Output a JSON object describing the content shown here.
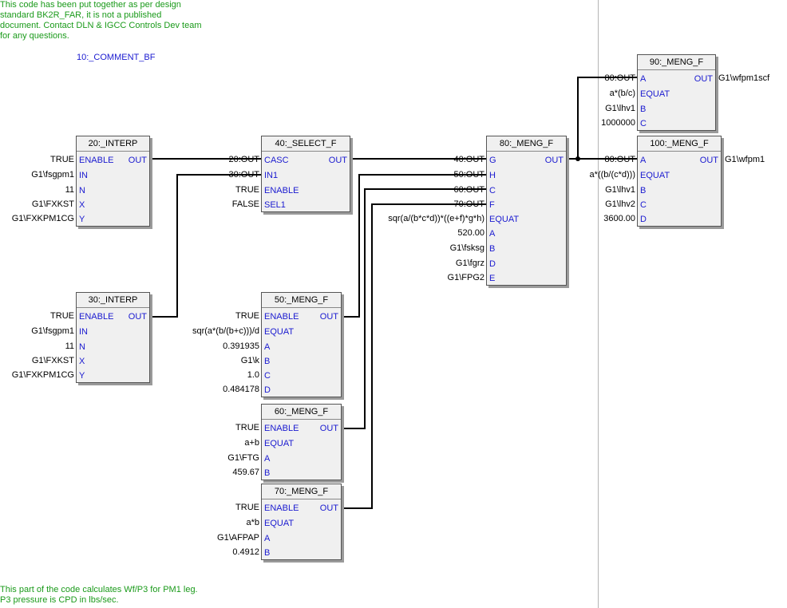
{
  "comments": {
    "top": "This code has been put together as per design\nstandard BK2R_FAR, it is not a published\ndocument. Contact DLN & IGCC Controls Dev team\nfor any questions.",
    "comment_block": "10:_COMMENT_BF",
    "bottom": "This part of the code calculates Wf/P3 for PM1 leg.\nP3 pressure is CPD in lbs/sec."
  },
  "colors": {
    "pin": "#1a1ad0",
    "comment": "#1a9a1a",
    "block_bg": "#f0f0f0",
    "wire": "#000000"
  },
  "blocks": {
    "b20": {
      "title": "20:_INTERP",
      "output": "OUT",
      "inputs": [
        {
          "pin": "ENABLE",
          "value": "TRUE"
        },
        {
          "pin": "IN",
          "value": "G1\\fsgpm1"
        },
        {
          "pin": "N",
          "value": "11"
        },
        {
          "pin": "X",
          "value": "G1\\FXKST"
        },
        {
          "pin": "Y",
          "value": "G1\\FXKPM1CG"
        }
      ]
    },
    "b30": {
      "title": "30:_INTERP",
      "output": "OUT",
      "inputs": [
        {
          "pin": "ENABLE",
          "value": "TRUE"
        },
        {
          "pin": "IN",
          "value": "G1\\fsgpm1"
        },
        {
          "pin": "N",
          "value": "11"
        },
        {
          "pin": "X",
          "value": "G1\\FXKST"
        },
        {
          "pin": "Y",
          "value": "G1\\FXKPM1CG"
        }
      ]
    },
    "b40": {
      "title": "40:_SELECT_F",
      "output": "OUT",
      "inputs": [
        {
          "pin": "CASC",
          "value": "20:OUT"
        },
        {
          "pin": "IN1",
          "value": "30:OUT"
        },
        {
          "pin": "ENABLE",
          "value": "TRUE"
        },
        {
          "pin": "SEL1",
          "value": "FALSE"
        }
      ]
    },
    "b50": {
      "title": "50:_MENG_F",
      "output": "OUT",
      "inputs": [
        {
          "pin": "ENABLE",
          "value": "TRUE"
        },
        {
          "pin": "EQUAT",
          "value": "sqr(a*(b/(b+c)))/d"
        },
        {
          "pin": "A",
          "value": "0.391935"
        },
        {
          "pin": "B",
          "value": "G1\\k"
        },
        {
          "pin": "C",
          "value": "1.0"
        },
        {
          "pin": "D",
          "value": "0.484178"
        }
      ]
    },
    "b60": {
      "title": "60:_MENG_F",
      "output": "OUT",
      "inputs": [
        {
          "pin": "ENABLE",
          "value": "TRUE"
        },
        {
          "pin": "EQUAT",
          "value": "a+b"
        },
        {
          "pin": "A",
          "value": "G1\\FTG"
        },
        {
          "pin": "B",
          "value": "459.67"
        }
      ]
    },
    "b70": {
      "title": "70:_MENG_F",
      "output": "OUT",
      "inputs": [
        {
          "pin": "ENABLE",
          "value": "TRUE"
        },
        {
          "pin": "EQUAT",
          "value": "a*b"
        },
        {
          "pin": "A",
          "value": "G1\\AFPAP"
        },
        {
          "pin": "B",
          "value": "0.4912"
        }
      ]
    },
    "b80": {
      "title": "80:_MENG_F",
      "output": "OUT",
      "inputs": [
        {
          "pin": "G",
          "value": "40:OUT"
        },
        {
          "pin": "H",
          "value": "50:OUT"
        },
        {
          "pin": "C",
          "value": "60:OUT"
        },
        {
          "pin": "F",
          "value": "70:OUT"
        },
        {
          "pin": "EQUAT",
          "value": "sqr(a/(b*c*d))*((e+f)*g*h)"
        },
        {
          "pin": "A",
          "value": "520.00"
        },
        {
          "pin": "B",
          "value": "G1\\fsksg"
        },
        {
          "pin": "D",
          "value": "G1\\fgrz"
        },
        {
          "pin": "E",
          "value": "G1\\FPG2"
        }
      ]
    },
    "b90": {
      "title": "90:_MENG_F",
      "output": "OUT",
      "output_value": "G1\\wfpm1scf",
      "inputs": [
        {
          "pin": "A",
          "value": "80:OUT"
        },
        {
          "pin": "EQUAT",
          "value": "a*(b/c)"
        },
        {
          "pin": "B",
          "value": "G1\\lhv1"
        },
        {
          "pin": "C",
          "value": "1000000"
        }
      ]
    },
    "b100": {
      "title": "100:_MENG_F",
      "output": "OUT",
      "output_value": "G1\\wfpm1",
      "inputs": [
        {
          "pin": "A",
          "value": "80:OUT"
        },
        {
          "pin": "EQUAT",
          "value": "a*((b/(c*d)))"
        },
        {
          "pin": "B",
          "value": "G1\\lhv1"
        },
        {
          "pin": "C",
          "value": "G1\\lhv2"
        },
        {
          "pin": "D",
          "value": "3600.00"
        }
      ]
    }
  }
}
